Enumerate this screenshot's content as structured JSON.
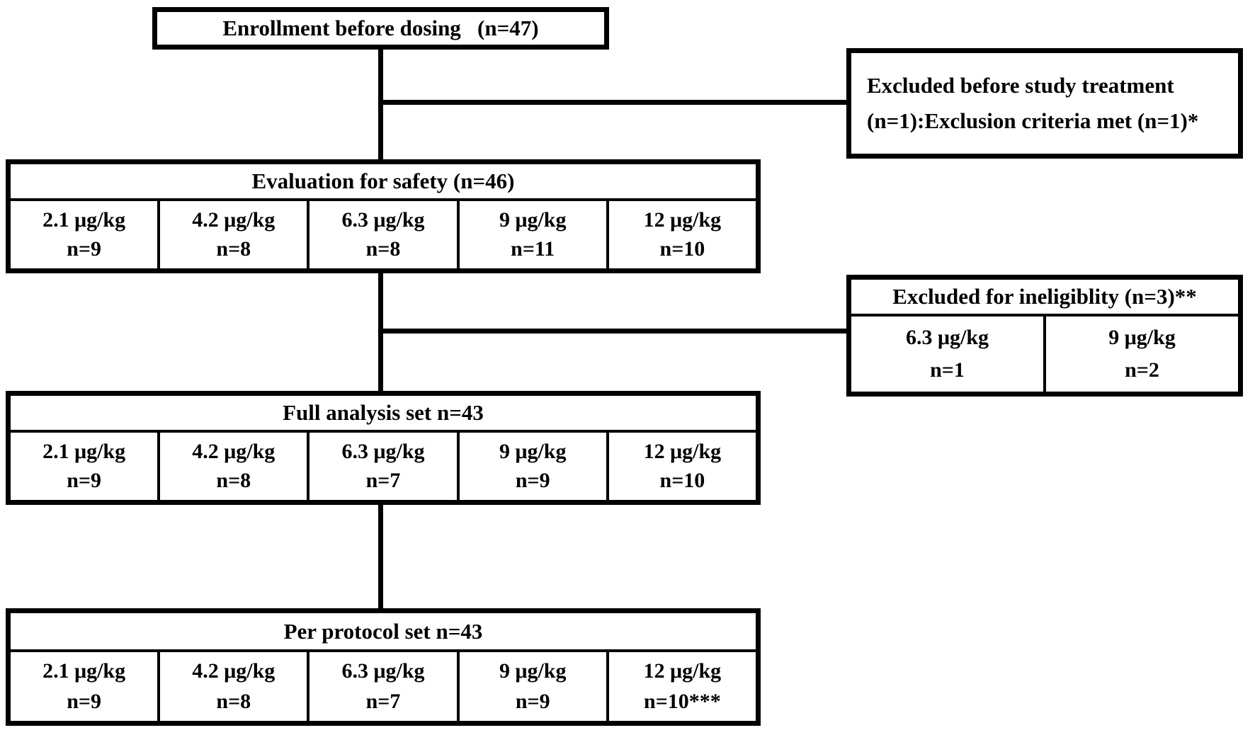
{
  "nodes": {
    "enrollment": {
      "label": "Enrollment before dosing   (n=47)"
    },
    "excluded_before_treatment": {
      "line1": "Excluded before study treatment",
      "line2": "(n=1):Exclusion criteria met (n=1)*"
    },
    "safety": {
      "title": "Evaluation for safety (n=46)",
      "columns": [
        {
          "dose": "2.1 μg/kg",
          "n": "n=9"
        },
        {
          "dose": "4.2 μg/kg",
          "n": "n=8"
        },
        {
          "dose": "6.3 μg/kg",
          "n": "n=8"
        },
        {
          "dose": "9 μg/kg",
          "n": "n=11"
        },
        {
          "dose": "12 μg/kg",
          "n": "n=10"
        }
      ]
    },
    "excluded_ineligibility": {
      "title": "Excluded for ineligiblity (n=3)**",
      "columns": [
        {
          "dose": "6.3 μg/kg",
          "n": "n=1"
        },
        {
          "dose": "9 μg/kg",
          "n": "n=2"
        }
      ]
    },
    "full_analysis": {
      "title": "Full analysis set n=43",
      "columns": [
        {
          "dose": "2.1 μg/kg",
          "n": "n=9"
        },
        {
          "dose": "4.2 μg/kg",
          "n": "n=8"
        },
        {
          "dose": "6.3 μg/kg",
          "n": "n=7"
        },
        {
          "dose": "9 μg/kg",
          "n": "n=9"
        },
        {
          "dose": "12 μg/kg",
          "n": "n=10"
        }
      ]
    },
    "per_protocol": {
      "title": "Per protocol set n=43",
      "columns": [
        {
          "dose": "2.1 μg/kg",
          "n": "n=9"
        },
        {
          "dose": "4.2 μg/kg",
          "n": "n=8"
        },
        {
          "dose": "6.3 μg/kg",
          "n": "n=7"
        },
        {
          "dose": "9 μg/kg",
          "n": "n=9"
        },
        {
          "dose": "12 μg/kg",
          "n": "n=10***"
        }
      ]
    }
  },
  "colors": {
    "line": "#000000",
    "background": "#ffffff",
    "text": "#000000"
  }
}
